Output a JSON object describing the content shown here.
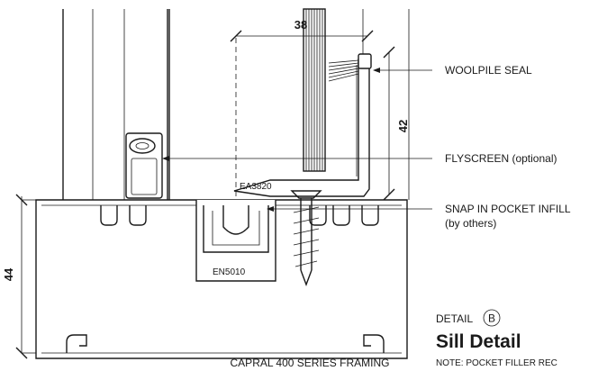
{
  "labels": {
    "woolpile": "WOOLPILE SEAL",
    "flyscreen": "FLYSCREEN (optional)",
    "snap_line1": "SNAP IN POCKET INFILL",
    "snap_line2": "(by others)",
    "framing": "CAPRAL 400 SERIES FRAMING"
  },
  "parts": {
    "ea": "EA3820",
    "en": "EN5010"
  },
  "dimensions": {
    "width": "38",
    "height_right": "42",
    "height_left": "44"
  },
  "detail": {
    "prefix": "DETAIL",
    "ref": "B",
    "title": "Sill Detail",
    "note": "NOTE: POCKET FILLER REC"
  }
}
